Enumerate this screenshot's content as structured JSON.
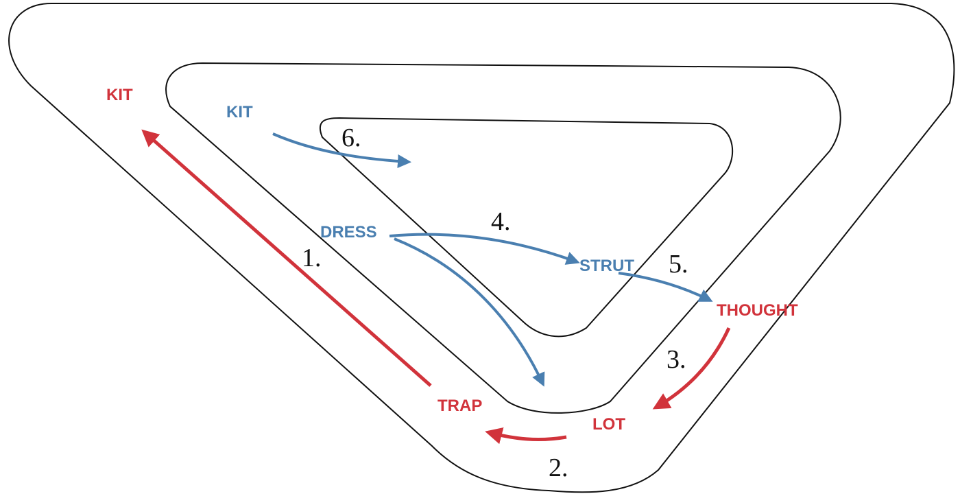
{
  "colors": {
    "red": "#d1333b",
    "blue": "#4a7fb0",
    "outline": "#111111"
  },
  "labels": {
    "red_kit": "KIT",
    "blue_kit": "KIT",
    "dress": "DRESS",
    "strut": "STRUT",
    "thought": "THOUGHT",
    "trap": "TRAP",
    "lot": "LOT"
  },
  "steps": {
    "s1": "1.",
    "s2": "2.",
    "s3": "3.",
    "s4": "4.",
    "s5": "5.",
    "s6": "6."
  }
}
